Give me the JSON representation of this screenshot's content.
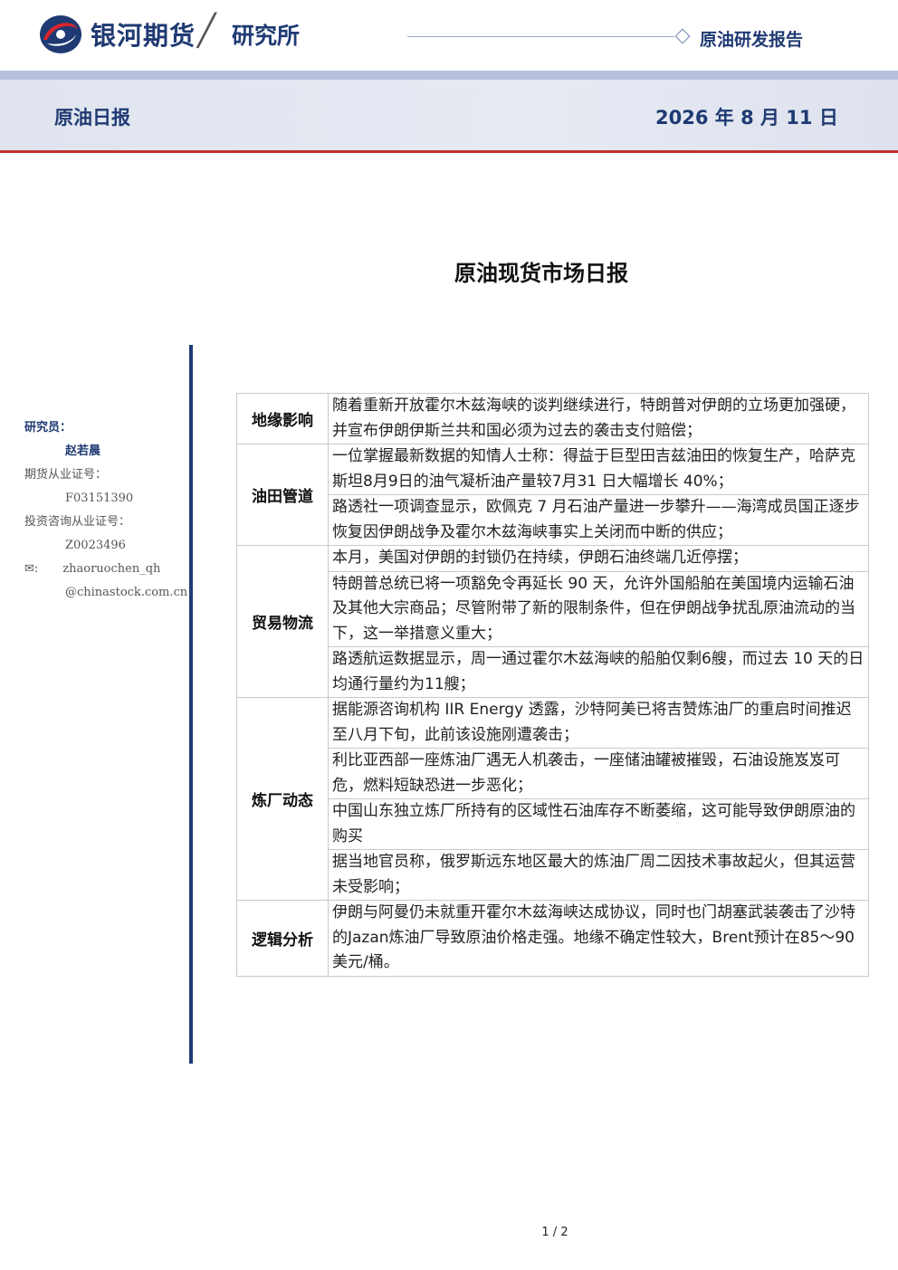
{
  "header": {
    "brand": "银河期货",
    "slash": "╱",
    "institute": "研究所",
    "report_type": "原油研发报告",
    "daily_title": "原油日报",
    "date": "2026 年 8 月 11 日"
  },
  "main_title": "原油现货市场日报",
  "author": {
    "role_label": "研究员：",
    "name": "赵若晨",
    "futures_cert_label": "期货从业证号：",
    "futures_cert": "F03151390",
    "consult_cert_label": "投资咨询从业证号：",
    "consult_cert": "Z0023496",
    "email_icon": "✉:",
    "email_line1": "zhaoruochen_qh",
    "email_line2": "@chinastock.com.cn"
  },
  "table": {
    "rows": [
      {
        "category": "地缘影响",
        "items": [
          "随着重新开放霍尔木兹海峡的谈判继续进行，特朗普对伊朗的立场更加强硬，并宣布伊朗伊斯兰共和国必须为过去的袭击支付赔偿；"
        ]
      },
      {
        "category": "油田管道",
        "items": [
          "一位掌握最新数据的知情人士称：得益于巨型田吉兹油田的恢复生产，哈萨克斯坦8月9日的油气凝析油产量较7月31 日大幅增长 40%；",
          "路透社一项调查显示，欧佩克 7 月石油产量进一步攀升——海湾成员国正逐步恢复因伊朗战争及霍尔木兹海峡事实上关闭而中断的供应；"
        ]
      },
      {
        "category": "贸易物流",
        "items": [
          "本月，美国对伊朗的封锁仍在持续，伊朗石油终端几近停摆；",
          "特朗普总统已将一项豁免令再延长 90 天，允许外国船舶在美国境内运输石油及其他大宗商品；尽管附带了新的限制条件，但在伊朗战争扰乱原油流动的当下，这一举措意义重大；",
          "路透航运数据显示，周一通过霍尔木兹海峡的船舶仅剩6艘，而过去 10 天的日均通行量约为11艘；"
        ]
      },
      {
        "category": "炼厂动态",
        "items": [
          "据能源咨询机构 IIR Energy 透露，沙特阿美已将吉赞炼油厂的重启时间推迟至八月下旬，此前该设施刚遭袭击；",
          "利比亚西部一座炼油厂遇无人机袭击，一座储油罐被摧毁，石油设施岌岌可危，燃料短缺恐进一步恶化；",
          "中国山东独立炼厂所持有的区域性石油库存不断萎缩，这可能导致伊朗原油的购买",
          "据当地官员称，俄罗斯远东地区最大的炼油厂周二因技术事故起火，但其运营未受影响；"
        ]
      },
      {
        "category": "逻辑分析",
        "items": [
          "伊朗与阿曼仍未就重开霍尔木兹海峡达成协议，同时也门胡塞武装袭击了沙特的Jazan炼油厂导致原油价格走强。地缘不确定性较大，Brent预计在85～90美元/桶。"
        ]
      }
    ]
  },
  "pager": "1 / 2",
  "colors": {
    "brand_blue": "#1f3a73",
    "accent_red": "#c0312b",
    "band": "#b8c1dc"
  }
}
